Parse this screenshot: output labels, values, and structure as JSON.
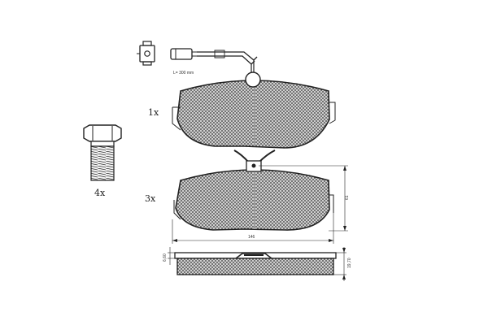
{
  "sensor": {
    "cable_label": "L= 300 mm"
  },
  "parts": [
    {
      "qty_label": "1x"
    },
    {
      "qty_label": "3x"
    },
    {
      "qty_label": "4x"
    }
  ],
  "dimensions": {
    "width": "146",
    "height": "61",
    "thickness": "19,70",
    "backing": "6,60"
  },
  "colors": {
    "ink": "#222222",
    "pad_fill": "#b8b8b8"
  }
}
